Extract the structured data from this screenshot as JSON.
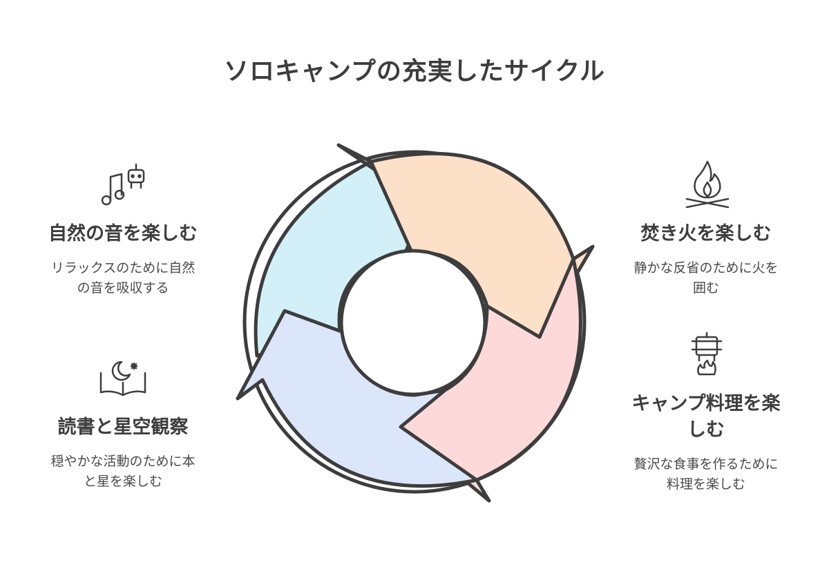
{
  "title": "ソロキャンプの充実したサイクル",
  "items": [
    {
      "heading": "自然の音を楽しむ",
      "description": "リラックスのために自然の音を吸収する",
      "icon": "music-note-robot-icon",
      "color": "#d3f0f9"
    },
    {
      "heading": "焚き火を楽しむ",
      "description": "静かな反省のために火を囲む",
      "icon": "campfire-icon",
      "color": "#fde0c8"
    },
    {
      "heading": "キャンプ料理を楽しむ",
      "description": "贅沢な食事を作るために料理を楽しむ",
      "icon": "cooking-pot-icon",
      "color": "#fdd9d9"
    },
    {
      "heading": "読書と星空観察",
      "description": "穏やかな活動のために本と星を楽しむ",
      "icon": "book-moon-star-icon",
      "color": "#dce6fb"
    }
  ],
  "stroke_color": "#3d3d3d"
}
